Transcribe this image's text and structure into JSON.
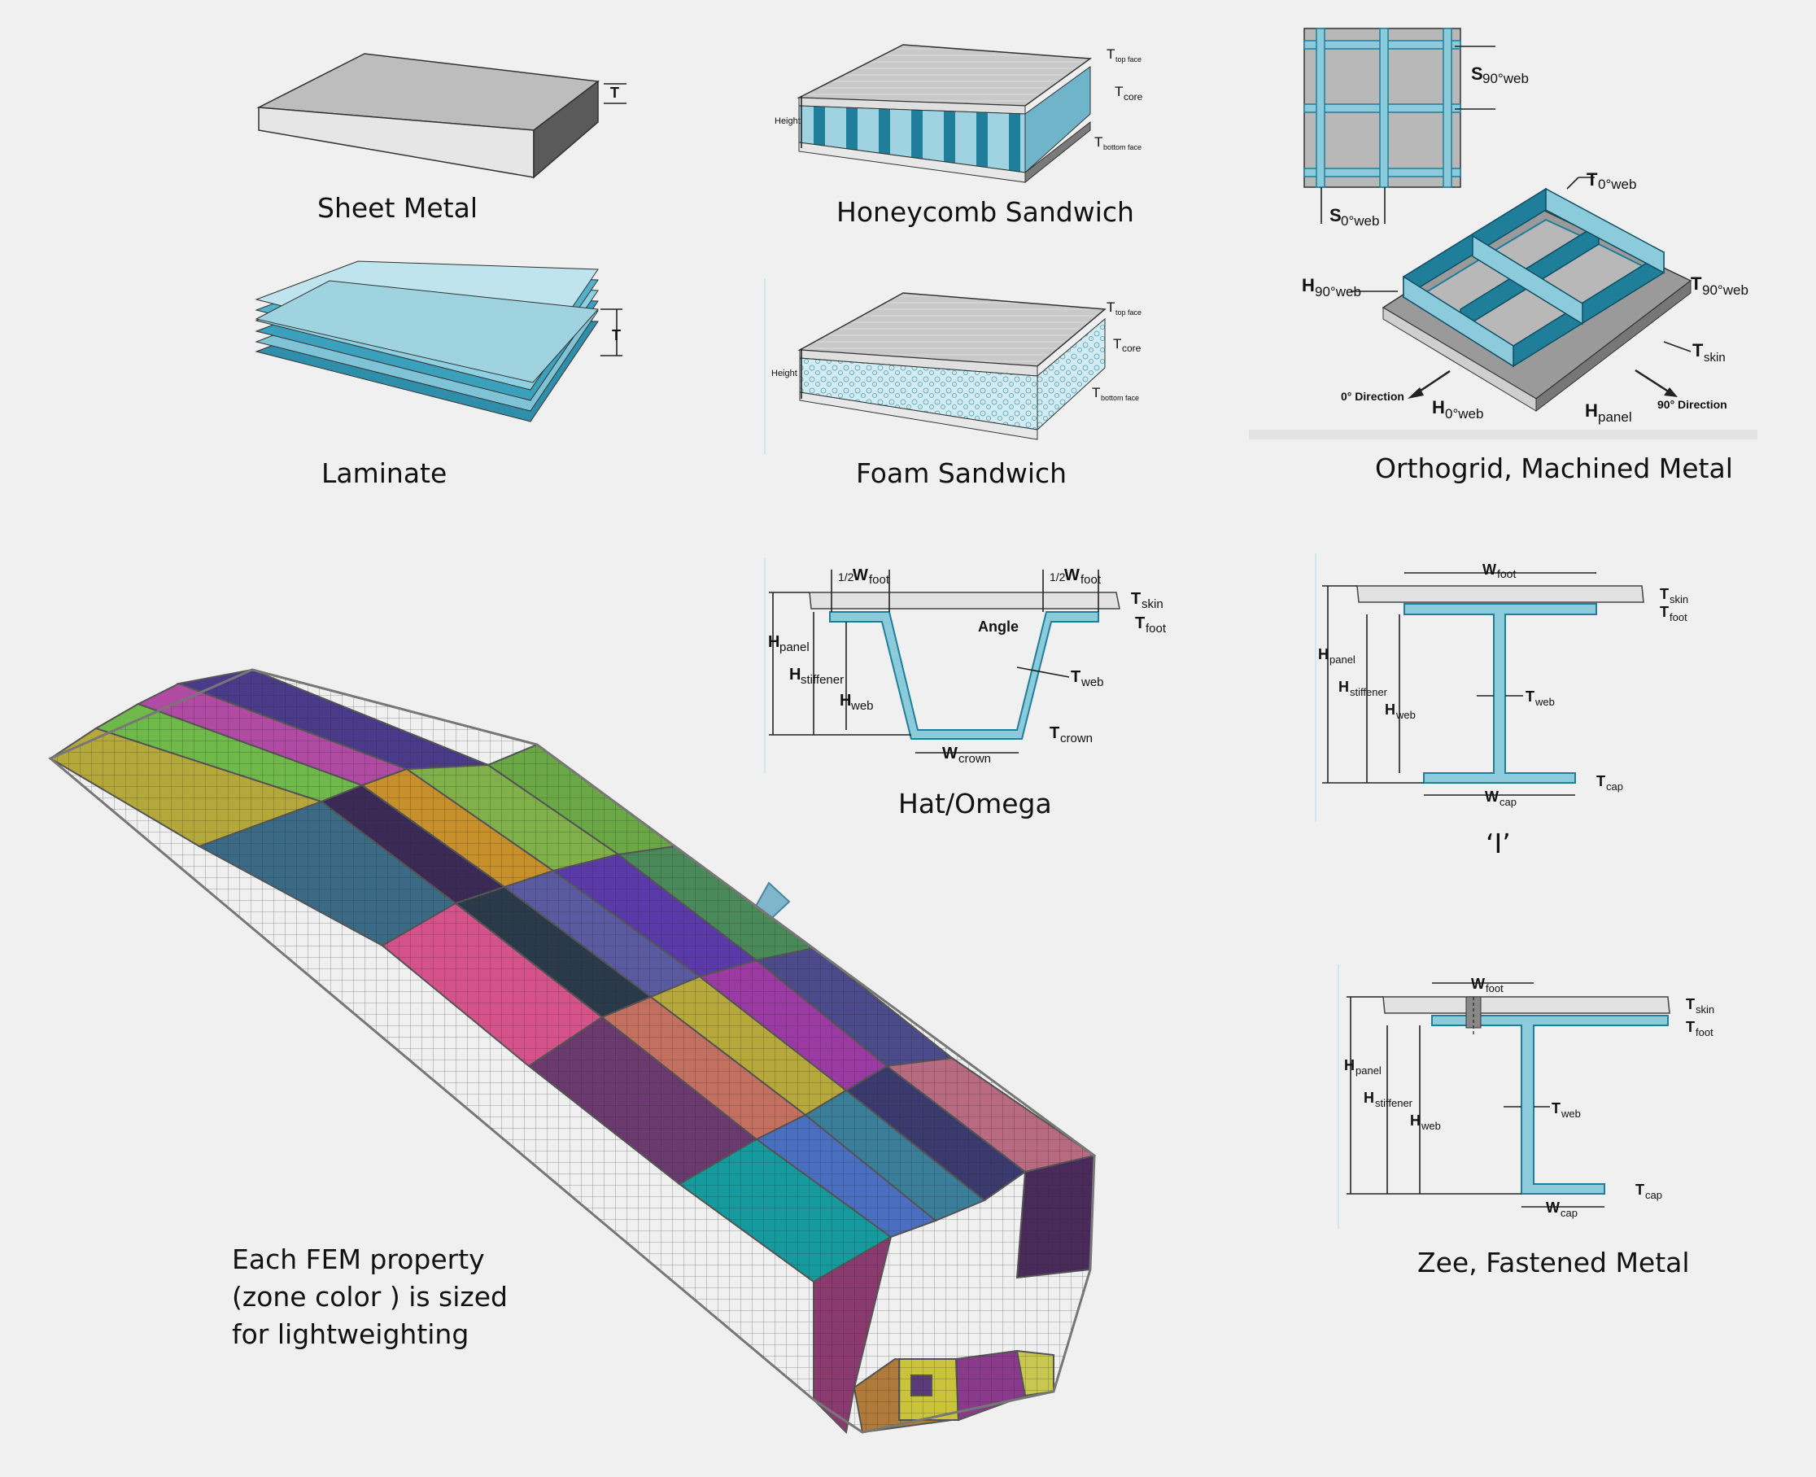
{
  "captions": {
    "sheet_metal": "Sheet Metal",
    "honeycomb": "Honeycomb Sandwich",
    "laminate": "Laminate",
    "foam": "Foam Sandwich",
    "orthogrid": "Orthogrid, Machined Metal",
    "hat": "Hat/Omega",
    "i_beam": "‘I’",
    "zee": "Zee, Fastened Metal"
  },
  "note_lines": [
    "Each FEM property",
    "(zone color ) is sized",
    "for lightweighting"
  ],
  "labels": {
    "T": "T",
    "height": "Height",
    "top_face": "top face",
    "core": "core",
    "bottom_face": "bottom face",
    "s90": "90°web",
    "s0": "0°web",
    "h90": "90°web",
    "t0": "0°web",
    "t90": "90°web",
    "skin": "skin",
    "panel": "panel",
    "h0": "0°web",
    "dir0": "0° Direction",
    "dir90": "90° Direction",
    "angle": "Angle",
    "foot": "foot",
    "half": "1/2",
    "stiffener": "stiffener",
    "web": "web",
    "crown": "crown",
    "cap": "cap",
    "W": "W",
    "H": "H",
    "S": "S"
  },
  "colors": {
    "background": "#f0f0f0",
    "teal": "#1f7e99",
    "light_teal": "#8ccbdc",
    "gray_face": "#c0c0c0",
    "arrow": "#7fb6cc"
  }
}
